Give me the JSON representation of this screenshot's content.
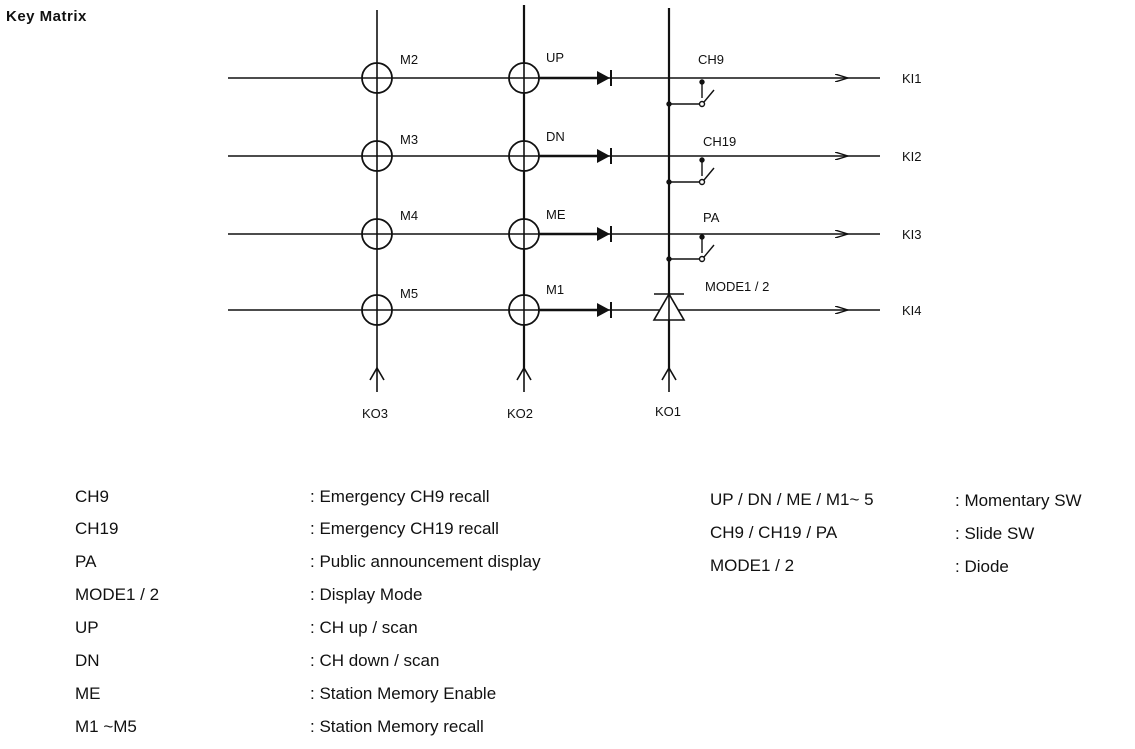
{
  "title": "Key Matrix",
  "diagram": {
    "inputs": [
      "KI1",
      "KI2",
      "KI3",
      "KI4"
    ],
    "outputs": [
      "KO3",
      "KO2",
      "KO1"
    ],
    "grid": [
      [
        "M2",
        "UP",
        "CH9"
      ],
      [
        "M3",
        "DN",
        "CH19"
      ],
      [
        "M4",
        "ME",
        "PA"
      ],
      [
        "M5",
        "M1",
        "MODE1 / 2"
      ]
    ]
  },
  "legend_left": [
    {
      "key": "CH9",
      "desc": ": Emergency CH9  recall"
    },
    {
      "key": "CH19",
      "desc": ": Emergency CH19 recall"
    },
    {
      "key": "PA",
      "desc": ": Public announcement display"
    },
    {
      "key": "MODE1 / 2",
      "desc": ": Display Mode"
    },
    {
      "key": "UP",
      "desc": ": CH up / scan"
    },
    {
      "key": "DN",
      "desc": ": CH down / scan"
    },
    {
      "key": "ME",
      "desc": ": Station Memory Enable"
    },
    {
      "key": "M1 ~M5",
      "desc": ": Station Memory recall"
    }
  ],
  "legend_right": [
    {
      "key": "UP / DN / ME / M1~ 5",
      "desc": ": Momentary SW"
    },
    {
      "key": "CH9 / CH19 / PA",
      "desc": ": Slide SW"
    },
    {
      "key": "MODE1 / 2",
      "desc": ": Diode"
    }
  ]
}
